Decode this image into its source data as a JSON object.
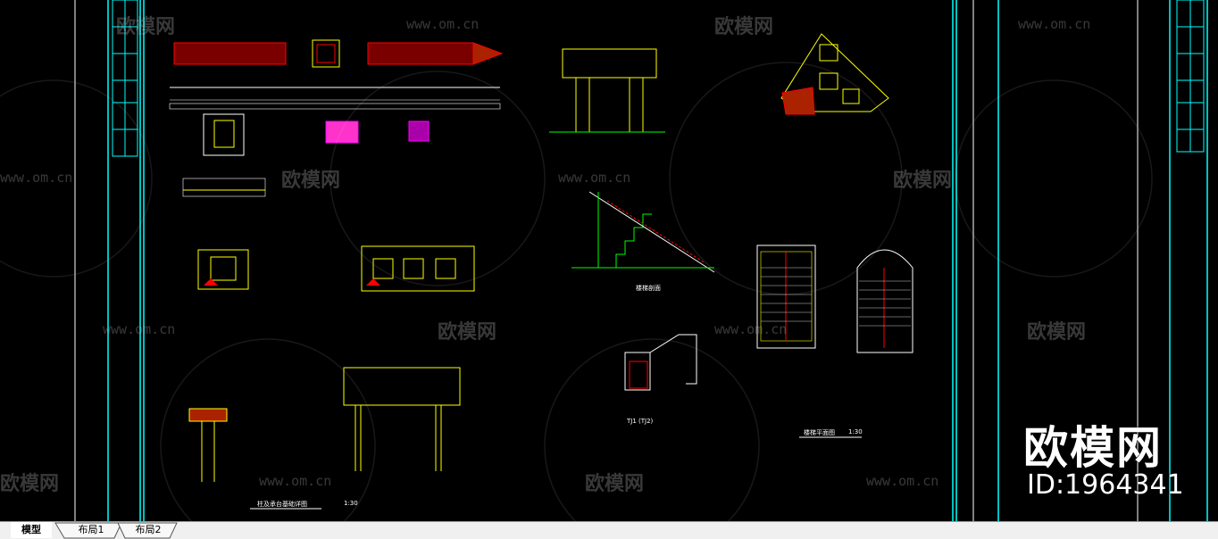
{
  "tabs": [
    {
      "label": "模型",
      "active": true
    },
    {
      "label": "布局1",
      "active": false
    },
    {
      "label": "布局2",
      "active": false
    }
  ],
  "watermark": {
    "brand_text": "欧模网",
    "brand_id": "ID:1964341",
    "url": "www.om.cn"
  },
  "drawing_labels": {
    "section_title": "TJ1 (TJ2)",
    "stair_title": "楼梯剖面",
    "stair_plan_title": "楼梯平面图",
    "scale_1": "1:30",
    "scale_2": "1:30",
    "foundation_title": "柱及承台基础详图"
  },
  "colors": {
    "background": "#000000",
    "frame_cyan": "#00ffff",
    "line_yellow": "#ffff00",
    "line_green": "#00ff00",
    "line_red": "#ff0000",
    "line_magenta": "#ff00ff"
  }
}
